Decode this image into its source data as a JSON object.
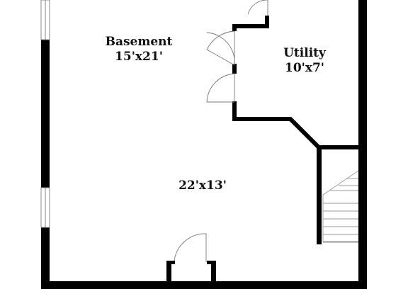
{
  "rooms": [
    {
      "name": "Basement",
      "dimensions": "15'x21'"
    },
    {
      "name": "Utility",
      "dimensions": "10'x7'"
    },
    {
      "name": "",
      "dimensions": "22'x13'"
    }
  ]
}
